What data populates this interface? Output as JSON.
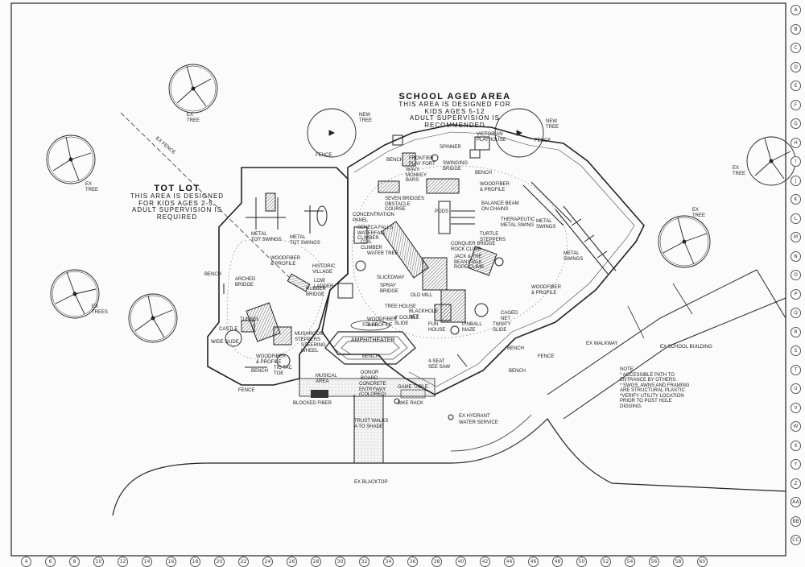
{
  "school_area": {
    "title": "SCHOOL AGED AREA",
    "lines": [
      "THIS AREA IS DESIGNED FOR",
      "KIDS AGES 5-12",
      "ADULT SUPERVISION IS",
      "RECOMMENDED"
    ]
  },
  "tot_lot": {
    "title": "TOT LOT",
    "lines": [
      "THIS AREA IS DESIGNED",
      "FOR KIDS AGES 2-5.",
      "ADULT SUPERVISION IS",
      "REQUIRED"
    ]
  },
  "note": {
    "heading": "NOTE:",
    "lines": [
      "* ACCESSIBLE PATH TO",
      "ENTRANCE BY OTHERS.",
      "* SWGS, AWNS AND FRAMING",
      "ARE STRUCTURAL PLASTIC",
      "*VERIFY UTILITY LOCATION",
      "PRIOR TO POST HOLE",
      "DIGGING."
    ]
  },
  "labels": {
    "ex_tree_top": "EX\nTREE",
    "new_tree_1": "NEW\nTREE",
    "new_tree_2": "NEW\nTREE",
    "ex_tree_right": "EX\nTREE",
    "ex_tree_left": "EX\nTREE",
    "ex_tree_right2": "EX\nTREE",
    "ex_trees_left": "EX\nTREES",
    "ex_fence": "EX FENCE",
    "victorian_playhouse": "VICTORIAN\nPLAYHOUSE",
    "spinner": "SPINNER",
    "frontier_play_fort": "FRONTIER\nPLAY FORT",
    "wavy_monkey_bars": "WAVY\nMONKEY\nBARS",
    "swinging_bridge": "SWINGING\nBRIDGE",
    "seven_bridges": "SEVEN BRIDGES\nOBSTACLE\nCOURSE",
    "pods": "PODS",
    "balance_beam": "BALANCE BEAM\nON CHAINS",
    "therapeutic_swing": "THERAPEUTIC\nMETAL SWING",
    "metal_swings": "METAL\nSWINGS",
    "metal_swings_2": "METAL\nSWINGS",
    "turtle_steppers": "TURTLE\nSTEPPERS",
    "concentration_panel": "CONCENTRATION\nPANEL",
    "seneca_falls": "SENECA FALLS\nWATERFALL\nCLIMBER",
    "coil_climber": "COIL\nCLIMBER",
    "water_tree": "WATER TREE",
    "slicedway": "SLICEDWAY",
    "spray_bridge": "SPRAY\nBRIDGE",
    "old_mill": "OLD MILL",
    "tree_house": "TREE HOUSE",
    "blackhole_net": "BLACKHOLE\nNET",
    "conquer_bridge": "CONQUER BRIDGE\nROCK CLIMB",
    "jack_beanstalk": "JACK & THE\nBEANSTALK\nROPE CLIMB",
    "caged_net": "CAGED\nNET",
    "fun_house": "FUN\nHOUSE",
    "pinball_maze": "PINBALL\nMAZE",
    "twisty_slide": "TWISTY\nSLIDE",
    "double_slide": "4' DOUBLE\nSLIDE",
    "amphitheater": "AMPHITHEATER",
    "stage": "STAGE",
    "seat_see_saw": "4-SEAT\nSEE SAW",
    "music_area": "MUSICAL\nAREA",
    "donor_board": "DONOR\nBOARD",
    "concrete_entryway": "CONCRETE\nENTRYWAY\n(COLORED)",
    "game_table": "GAME TABLE",
    "ex_hydrant": "EX HYDRANT",
    "water_service": "WATER SERVICE",
    "ex_walkway": "EX WALKWAY",
    "ex_school_building": "EX SCHOOL BUILDING",
    "ex_blacktop": "EX BLACKTOP",
    "metal_tot_swings": "METAL\nTOT SWINGS",
    "metal_tot_swings2": "METAL\nTOT SWINGS",
    "rubber_bridge": "RUBBER\nBRIDGE",
    "historic_village": "HISTORIC\nVILLAGE",
    "low_ladder": "LOW\nLADDER",
    "arched_bridge": "ARCHED\nBRIDGE",
    "tunnel": "TUNNEL",
    "castle": "CASTLE",
    "wide_slide": "WIDE SLIDE",
    "mushroom_steppers": "MUSHROOM\nSTEPPERS",
    "steering_wheel": "STEERING\nWHEEL",
    "tic_tac_toe": "TIC TAC\nTOE",
    "bench": "BENCH",
    "woodfiber_profile": "WOODFIBER\n& PROFILE",
    "fence": "FENCE",
    "bike_rack": "BIKE RACK",
    "blocked_fiber": "BLOCKED FIBER",
    "fiber_bench": "TRUST WALKS\nA TO SHADE",
    "new_tree_label": "NEW TREE"
  },
  "edge_numbers": [
    "4",
    "6",
    "8",
    "10",
    "12",
    "14",
    "16",
    "18",
    "20",
    "22",
    "24",
    "26",
    "28",
    "30",
    "32",
    "34",
    "36",
    "38",
    "40",
    "42",
    "44",
    "46",
    "48",
    "50",
    "52",
    "54",
    "56",
    "58",
    "60"
  ],
  "edge_letters": [
    "A",
    "B",
    "C",
    "D",
    "E",
    "F",
    "G",
    "H",
    "I",
    "J",
    "K",
    "L",
    "M",
    "N",
    "O",
    "P",
    "Q",
    "R",
    "S",
    "T",
    "U",
    "V",
    "W",
    "X",
    "Y",
    "Z",
    "AA",
    "BB",
    "CC"
  ],
  "colors": {
    "ink": "#222222",
    "paper": "#fbfbfb"
  }
}
